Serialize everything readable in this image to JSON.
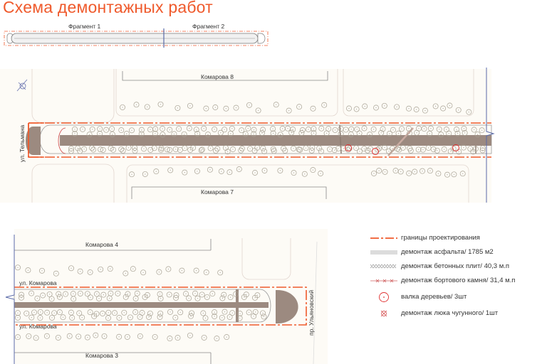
{
  "title": "Схема демонтажных работ",
  "overview": {
    "fragment1": "Фрагмент 1",
    "fragment2": "Фрагмент 2"
  },
  "map_top": {
    "building_north": "Комарова 8",
    "building_south": "Комарова 7",
    "street_west": "ул. Тельмана"
  },
  "map_bottom": {
    "building_north": "Комарова 4",
    "building_south": "Комарова 3",
    "street_north": "ул. Комарова",
    "street_south": "ул. Комарова",
    "street_east": "пр. Ульяновский"
  },
  "legend": [
    {
      "icon": "boundary-dashdot-icon",
      "label": "границы проектирования"
    },
    {
      "icon": "asphalt-fill-icon",
      "label": "демонтаж асфальта/ 1785 м2"
    },
    {
      "icon": "concrete-slab-hatch-icon",
      "label": "демонтаж бетонных плит/ 40,3 м.п"
    },
    {
      "icon": "curb-line-icon",
      "label": "демонтаж бортового камня/ 31,4 м.п"
    },
    {
      "icon": "tree-felling-circle-icon",
      "label": "валка деревьев/ 3шт"
    },
    {
      "icon": "manhole-cross-icon",
      "label": "демонтаж люка чугунного/ 1шт"
    }
  ],
  "colors": {
    "accent": "#ef5a2c",
    "asphalt": "#9c8a80",
    "tree": "#a8a294",
    "divider": "#5a6aa8"
  }
}
